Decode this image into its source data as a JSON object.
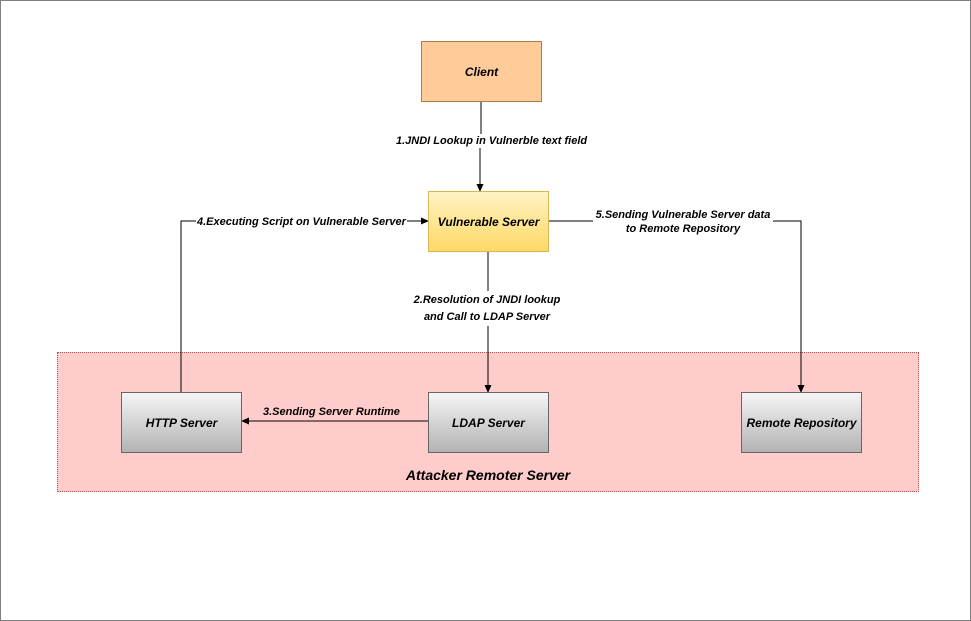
{
  "nodes": {
    "client": "Client",
    "vulnerable_server": "Vulnerable Server",
    "http_server": "HTTP Server",
    "ldap_server": "LDAP Server",
    "remote_repository": "Remote Repository"
  },
  "zone": {
    "label": "Attacker Remoter Server"
  },
  "edges": {
    "step1": "1.JNDI Lookup in  Vulnerble text field",
    "step2_line1": "2.Resolution of JNDI lookup",
    "step2_line2": "and Call to LDAP Server",
    "step3": "3.Sending Server Runtime",
    "step4": "4.Executing Script on Vulnerable Server",
    "step5_line1": "5.Sending Vulnerable Server data",
    "step5_line2": "to Remote Repository"
  },
  "colors": {
    "client_fill": "#ffcc99",
    "vulnerable_fill": "#ffd966",
    "attacker_zone_fill": "#ffcccc",
    "server_fill": "#cccccc"
  }
}
